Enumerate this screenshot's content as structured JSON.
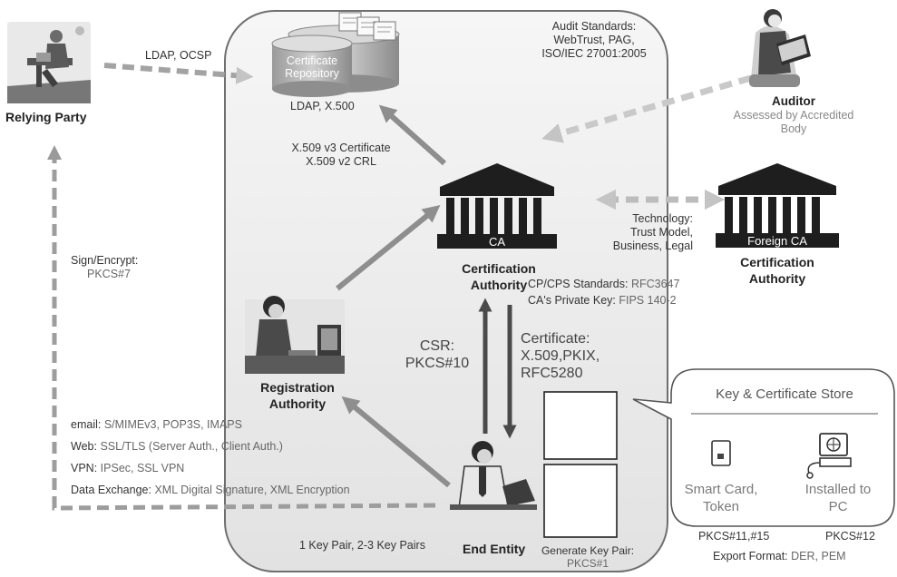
{
  "relying_party": {
    "title": "Relying Party",
    "link_label": "LDAP, OCSP"
  },
  "repository": {
    "label_line1": "Certificate",
    "label_line2": "Repository",
    "protocol": "LDAP, X.500"
  },
  "audit": {
    "line1": "Audit Standards:",
    "line2": "WebTrust, PAG,",
    "line3": "ISO/IEC 27001:2005"
  },
  "auditor": {
    "title": "Auditor",
    "sub1": "Assessed by Accredited",
    "sub2": "Body"
  },
  "publish": {
    "line1": "X.509 v3 Certificate",
    "line2": "X.509 v2 CRL"
  },
  "ca": {
    "icon_label": "CA",
    "title1": "Certification",
    "title2": "Authority",
    "std1_key": "CP/CPS Standards:",
    "std1_val": "RFC3647",
    "std2_key": "CA's Private Key:",
    "std2_val": "FIPS 140-2"
  },
  "cross_cert": {
    "line1": "Technology:",
    "line2": "Trust Model,",
    "line3": "Business, Legal"
  },
  "foreign_ca": {
    "icon_label": "Foreign CA",
    "title1": "Certification",
    "title2": "Authority"
  },
  "sign_encrypt": {
    "line1": "Sign/Encrypt:",
    "line2": "PKCS#7"
  },
  "ra": {
    "title1": "Registration",
    "title2": "Authority"
  },
  "csr": {
    "line1": "CSR:",
    "line2": "PKCS#10"
  },
  "certificate": {
    "line1": "Certificate:",
    "line2": "X.509,PKIX,",
    "line3": "RFC5280"
  },
  "applications": [
    {
      "key": "email:",
      "val": "S/MIMEv3,  POP3S, IMAPS"
    },
    {
      "key": "Web:",
      "val": "SSL/TLS (Server Auth., Client Auth.)"
    },
    {
      "key": "VPN:",
      "val": "IPSec, SSL VPN"
    },
    {
      "key": "Data Exchange:",
      "val": "XML Digital Signature, XML Encryption"
    }
  ],
  "key_pairs": "1 Key Pair, 2-3 Key Pairs",
  "end_entity": {
    "title": "End Entity",
    "gen1": "Generate Key Pair:",
    "gen2": "PKCS#1"
  },
  "store": {
    "title": "Key & Certificate Store",
    "smart1": "Smart Card,",
    "smart2": "Token",
    "pc1": "Installed to",
    "pc2": "PC",
    "pkcs_smart": "PKCS#11,#15",
    "pkcs_pc": "PKCS#12",
    "export_key": "Export Format:",
    "export_val": "DER, PEM"
  }
}
